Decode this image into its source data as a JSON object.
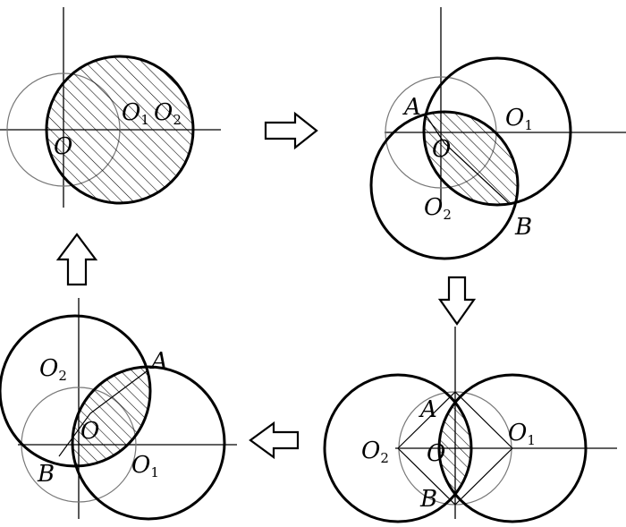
{
  "panels": [
    {
      "id": "top-left",
      "labels": [
        {
          "name": "O",
          "sub": ""
        },
        {
          "name": "O",
          "sub": "1"
        },
        {
          "name": "O",
          "sub": "2"
        }
      ]
    },
    {
      "id": "top-right",
      "labels": [
        {
          "name": "A",
          "sub": ""
        },
        {
          "name": "O",
          "sub": ""
        },
        {
          "name": "O",
          "sub": "1"
        },
        {
          "name": "O",
          "sub": "2"
        },
        {
          "name": "B",
          "sub": ""
        }
      ]
    },
    {
      "id": "bottom-right",
      "labels": [
        {
          "name": "A",
          "sub": ""
        },
        {
          "name": "O",
          "sub": "2"
        },
        {
          "name": "O",
          "sub": ""
        },
        {
          "name": "O",
          "sub": "1"
        },
        {
          "name": "B",
          "sub": ""
        }
      ]
    },
    {
      "id": "bottom-left",
      "labels": [
        {
          "name": "O",
          "sub": "2"
        },
        {
          "name": "A",
          "sub": ""
        },
        {
          "name": "O",
          "sub": ""
        },
        {
          "name": "B",
          "sub": ""
        },
        {
          "name": "O",
          "sub": "1"
        }
      ]
    }
  ],
  "arrows": [
    "right",
    "down",
    "left",
    "up"
  ]
}
